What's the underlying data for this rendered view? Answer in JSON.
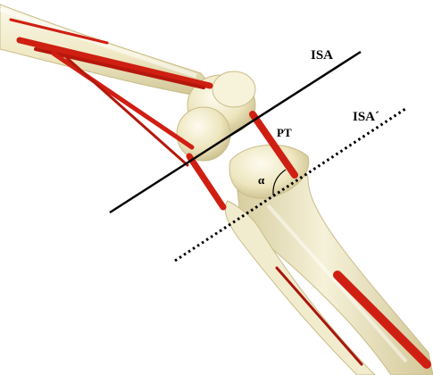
{
  "labels": {
    "isa": "ISA",
    "isa_prime": "ISA´",
    "pt": "PT",
    "alpha": "α"
  },
  "colors": {
    "bone": "#f1ebc8",
    "bone_shadow": "#cfc596",
    "bone_highlight": "#fbf8e9",
    "muscle": "#cf1f12",
    "muscle_dark": "#8e120a",
    "axis_line": "#000000",
    "background": "#ffffff"
  },
  "line_styles": {
    "isa": "solid",
    "isa_prime": "dotted"
  }
}
